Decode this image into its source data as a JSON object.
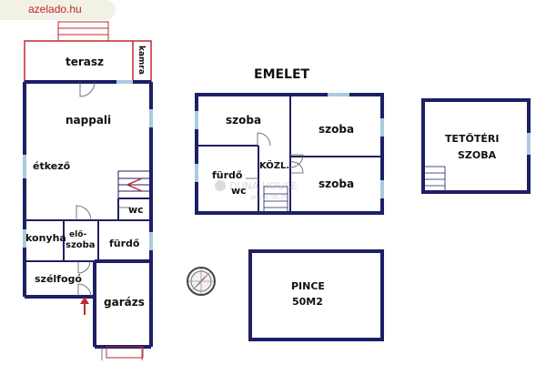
{
  "source_badge": "azelado.hu",
  "watermark": "DUNA HOUSE",
  "watermark_url": "www.dh.hu",
  "ground_floor": {
    "rooms": {
      "terasz": "terasz",
      "kamra": "kamra",
      "nappali": "nappali",
      "etkezo": "étkező",
      "wc": "wc",
      "konyha": "konyha",
      "eloszoba_1": "elő-",
      "eloszoba_2": "szoba",
      "furdo": "fürdő",
      "szelfogo": "szélfogó",
      "garazs": "garázs"
    },
    "entrance_arrow": "entrance-arrow"
  },
  "upper_floor": {
    "title": "EMELET",
    "rooms": {
      "szoba_top_left": "szoba",
      "szoba_top_right": "szoba",
      "furdo_1": "fürdő",
      "furdo_2": "wc",
      "kozl": "KÖZL.",
      "szoba_bottom_right": "szoba"
    }
  },
  "attic": {
    "label_1": "TETŐTÉRI",
    "label_2": "SZOBA"
  },
  "cellar": {
    "label_1": "PINCE",
    "label_2": "50M2"
  },
  "compass": "compass-icon",
  "colors": {
    "wall": "#1e1f66",
    "window": "#a9cbe0",
    "door_frame": "#c0282d",
    "stair": "#c0282d"
  }
}
